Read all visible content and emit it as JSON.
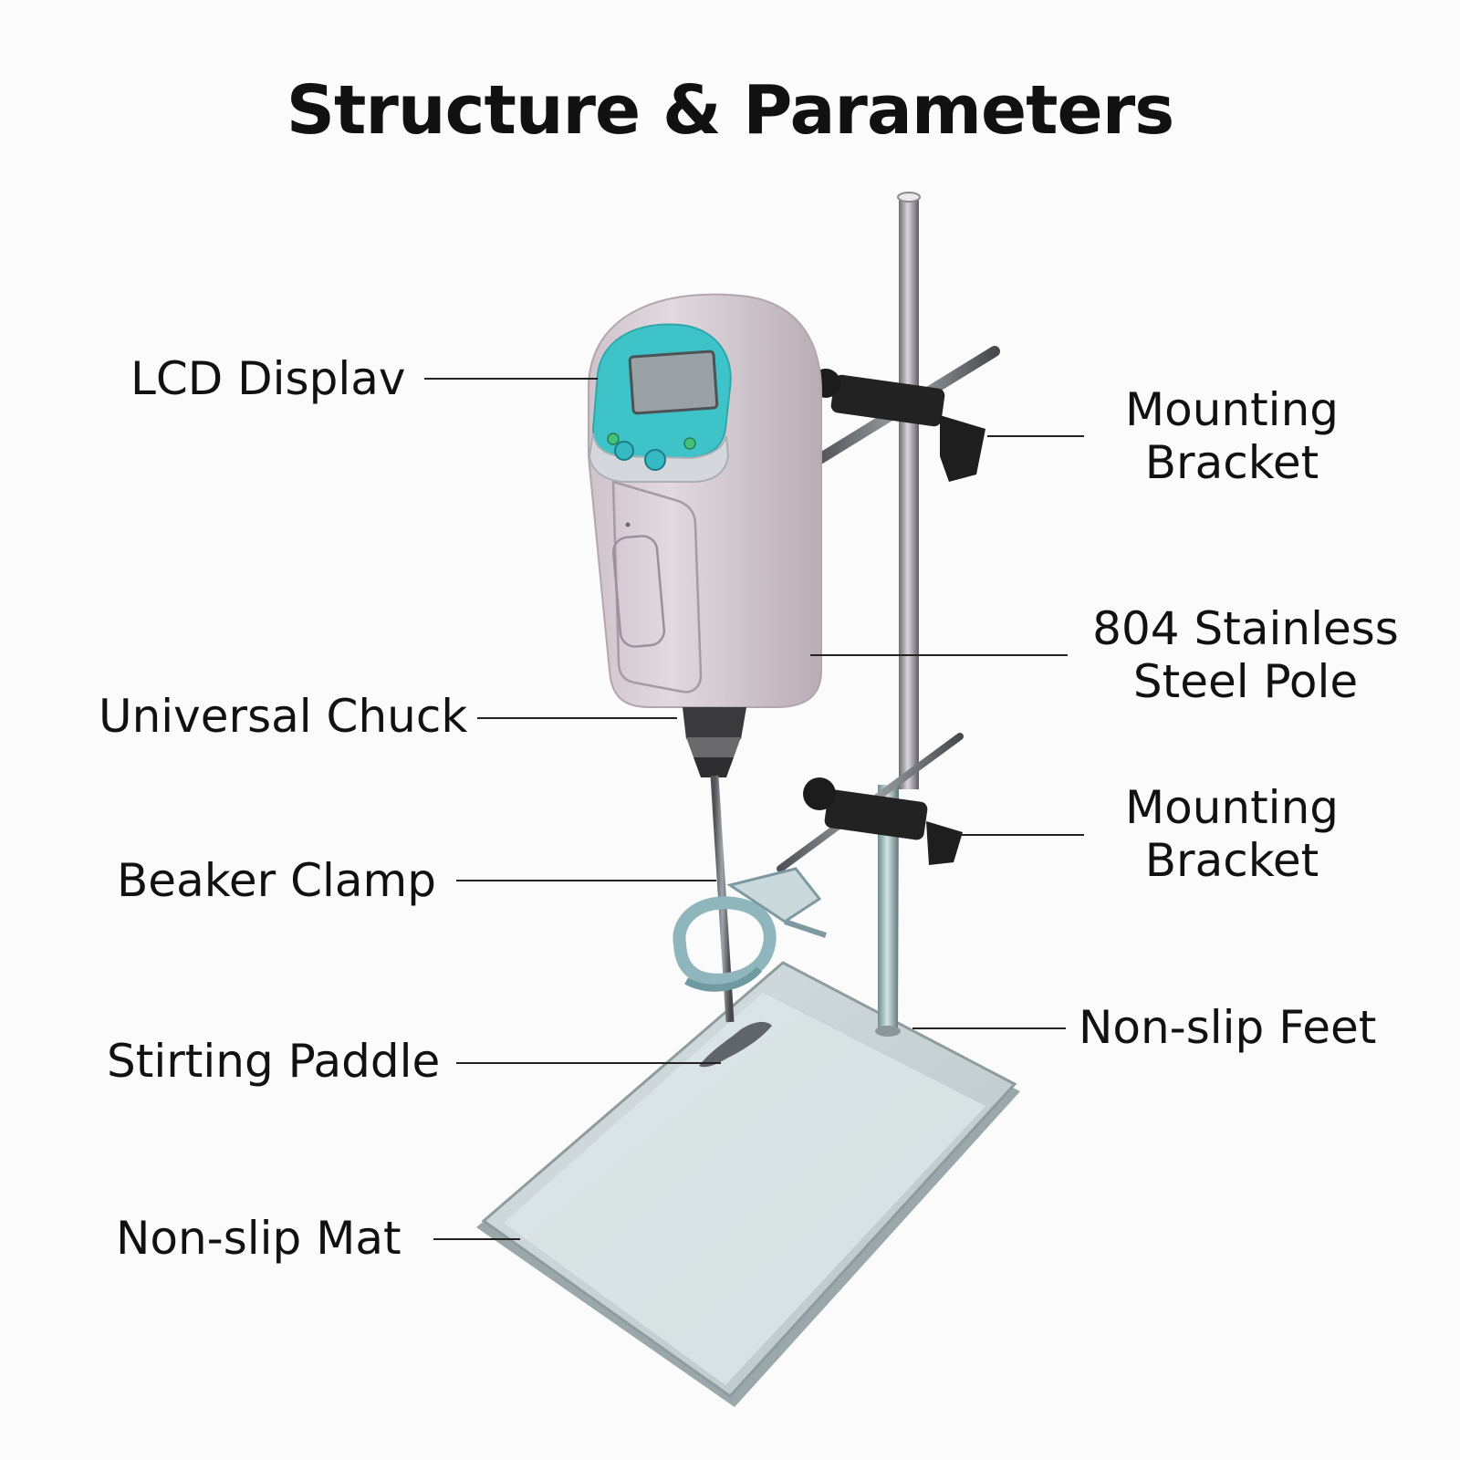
{
  "title": "Structure & Parameters",
  "colors": {
    "background": "#fbfbfb",
    "housing": "#d9cfd6",
    "display_panel": "#3ec3c8",
    "screen": "#9aa2a6",
    "pole": "#8c8a90",
    "base": "#c9d3d6",
    "leader_line": "#222222"
  },
  "labels": {
    "lcd_display": "LCD Displav",
    "universal_chuck": "Universal Chuck",
    "beaker_clamp": "Beaker Clamp",
    "stirring_paddle": "Stirting Paddle",
    "non_slip_mat": "Non-slip Mat",
    "mounting_bracket_top": [
      "Mounting",
      "Bracket"
    ],
    "steel_pole": [
      "804 Stainless",
      "Steel Pole"
    ],
    "mounting_bracket_bottom": [
      "Mounting",
      "Bracket"
    ],
    "non_slip_feet": "Non-slip Feet"
  }
}
